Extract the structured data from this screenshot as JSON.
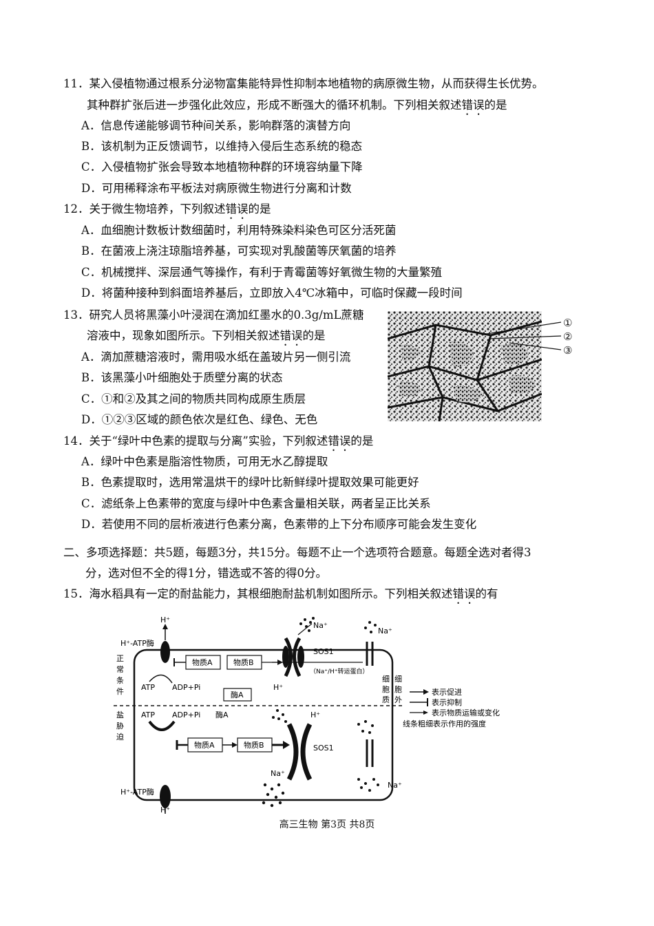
{
  "q11": {
    "line1": "11．某入侵植物通过根系分泌物富集能特异性抑制本地植物的病原微生物，从而获得生长优势。",
    "line2a": "其种群扩张后进一步强化此效应，形成不断强大的循环机制。下列相关叙述",
    "wrong": "错误",
    "line2b": "的是",
    "A": "A．信息传递能够调节种间关系，影响群落的演替方向",
    "B": "B．该机制为正反馈调节，以维持入侵后生态系统的稳态",
    "C": "C．入侵植物扩张会导致本地植物种群的环境容纳量下降",
    "D": "D．可用稀释涂布平板法对病原微生物进行分离和计数"
  },
  "q12": {
    "stem_a": "12．关于微生物培养，下列叙述",
    "wrong": "错误",
    "stem_b": "的是",
    "A": "A．血细胞计数板计数细菌时，利用特殊染料染色可区分活死菌",
    "B": "B．在菌液上浇注琼脂培养基，可实现对乳酸菌等厌氧菌的培养",
    "C": "C．机械搅拌、深层通气等操作，有利于青霉菌等好氧微生物的大量繁殖",
    "D": "D．将菌种接种到斜面培养基后，立即放入4℃冰箱中，可临时保藏一段时间"
  },
  "q13": {
    "line1": "13．研究人员将黑藻小叶浸润在滴加红墨水的0.3g/mL蔗糖",
    "line2a": "溶液中，现象如图所示。下列相关叙述",
    "wrong": "错误",
    "line2b": "的是",
    "A": "A．滴加蔗糖溶液时，需用吸水纸在盖玻片另一侧引流",
    "B": "B．该黑藻小叶细胞处于质壁分离的状态",
    "C": "C．①和②及其之间的物质共同构成原生质层",
    "D": "D．①②③区域的颜色依次是红色、绿色、无色",
    "labels": [
      "①",
      "②",
      "③"
    ]
  },
  "q14": {
    "stem_a": "14．关于“绿叶中色素的提取与分离”实验，下列叙述",
    "wrong": "错误",
    "stem_b": "的是",
    "A": "A．绿叶中色素是脂溶性物质，可用无水乙醇提取",
    "B": "B．色素提取时，选用常温烘干的绿叶比新鲜绿叶提取效果可能更好",
    "C": "C．滤纸条上色素带的宽度与绿叶中色素含量相关联，两者呈正比关系",
    "D": "D．若使用不同的层析液进行色素分离，色素带的上下分布顺序可能会发生变化"
  },
  "section2": {
    "line1": "二、多项选择题：共5题，每题3分，共15分。每题不止一个选项符合题意。每题全选对者得3",
    "line2": "分，选对但不全的得1分，错选或不答的得0分。"
  },
  "q15": {
    "stem_a": "15．海水稻具有一定的耐盐能力，其根细胞耐盐机制如图所示。下列相关叙述",
    "wrong": "错误",
    "stem_b": "的有"
  },
  "diagram": {
    "h_plus": "H⁺",
    "na_plus": "Na⁺",
    "h_atpase": "H⁺-ATP酶",
    "substance_a": "物质A",
    "substance_b": "物质B",
    "sos1": "SOS1",
    "sos1_note": "（Na⁺/H⁺转运蛋白）",
    "atp": "ATP",
    "adp_pi": "ADP+Pi",
    "enzyme_a": "酶A",
    "normal": [
      "正",
      "常",
      "条",
      "件"
    ],
    "stress": [
      "盐",
      "胁",
      "迫"
    ],
    "cytoplasm": [
      "细",
      "胞",
      "质"
    ],
    "outside": [
      "细",
      "胞",
      "外"
    ],
    "legend_promote": "表示促进",
    "legend_inhibit": "表示抑制",
    "legend_transport": "表示物质运输或变化",
    "legend_thickness": "线条粗细表示作用的强度"
  },
  "footer": "高三生物   第3页   共8页"
}
